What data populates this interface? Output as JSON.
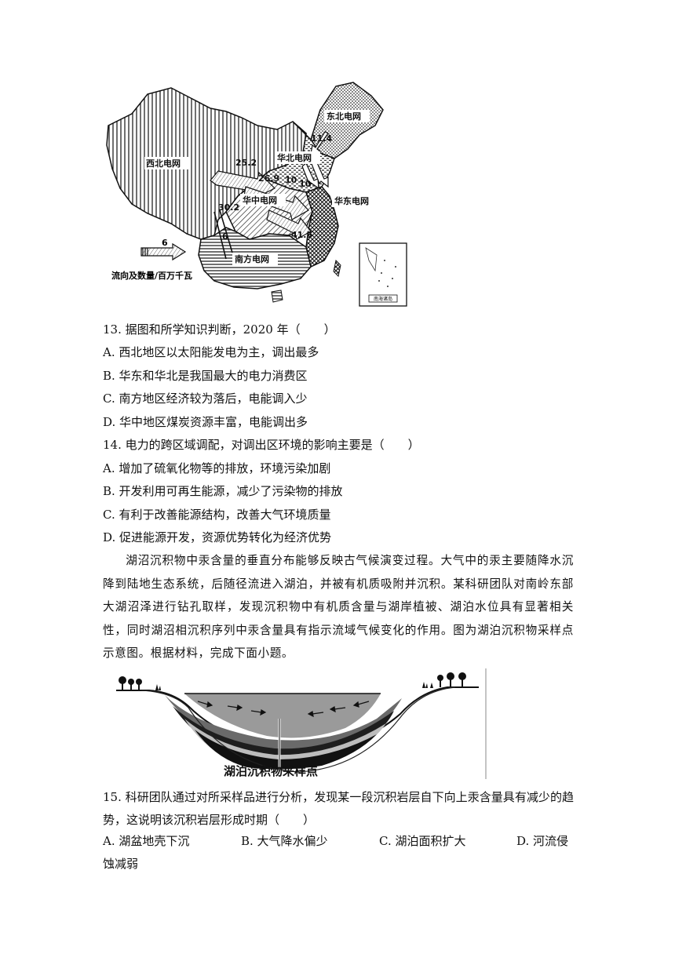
{
  "map": {
    "regions": {
      "northwest": "西北电网",
      "northeast": "东北电网",
      "north": "华北电网",
      "central": "华中电网",
      "east": "华东电网",
      "south": "南方电网"
    },
    "flows": [
      "11.4",
      "25.2",
      "10",
      "10",
      "26.9",
      "30.2",
      "41.5",
      "6"
    ],
    "legend_value": "6",
    "legend_label": "流向及数量/百万千瓦",
    "inset_label": "南海诸岛"
  },
  "q13": {
    "stem": "13. 据图和所学知识判断，2020 年（　　）",
    "options": [
      "A. 西北地区以太阳能发电为主，调出最多",
      "B. 华东和华北是我国最大的电力消费区",
      "C. 南方地区经济较为落后，电能调入少",
      "D. 华中地区煤炭资源丰富，电能调出多"
    ]
  },
  "q14": {
    "stem": "14. 电力的跨区域调配，对调出区环境的影响主要是（　　）",
    "options": [
      "A. 增加了硫氧化物等的排放，环境污染加剧",
      "B. 开发利用可再生能源，减少了污染物的排放",
      "C. 有利于改善能源结构，改善大气环境质量",
      "D. 促进能源开发，资源优势转化为经济优势"
    ]
  },
  "passage": "湖沼沉积物中汞含量的垂直分布能够反映古气候演变过程。大气中的汞主要随降水沉降到陆地生态系统，后随径流进入湖泊，并被有机质吸附并沉积。某科研团队对南岭东部大湖沼泽进行钻孔取样，发现沉积物中有机质含量与湖岸植被、湖泊水位具有显著相关性，同时湖沼相沉积序列中汞含量具有指示流域气候变化的作用。图为湖泊沉积物采样点示意图。根据材料，完成下面小题。",
  "lake_caption": "湖泊沉积物采样点",
  "q15": {
    "stem": "15. 科研团队通过对所采样品进行分析，发现某一段沉积岩层自下向上汞含量具有减少的趋势，这说明该沉积岩层形成时期（　　）",
    "options": [
      "A. 湖盆地壳下沉",
      "B. 大气降水偏少",
      "C. 湖泊面积扩大",
      "D. 河流侵"
    ],
    "continuation": "蚀减弱"
  }
}
